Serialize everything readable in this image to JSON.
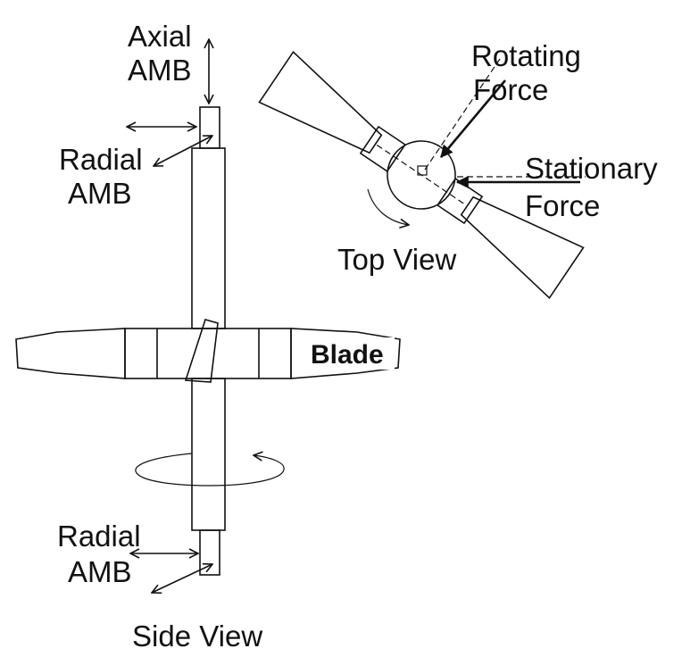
{
  "labels": {
    "axial_amb_line1": "Axial",
    "axial_amb_line2": "AMB",
    "radial_amb_top_line1": "Radial",
    "radial_amb_top_line2": "AMB",
    "radial_amb_bottom_line1": "Radial",
    "radial_amb_bottom_line2": "AMB",
    "blade": "Blade",
    "side_view": "Side View",
    "top_view": "Top View",
    "rotating_force_line1": "Rotating",
    "rotating_force_line2": "Force",
    "stationary_force_line1": "Stationary",
    "stationary_force_line2": "Force"
  },
  "colors": {
    "ink": "#111111",
    "background": "#ffffff"
  }
}
